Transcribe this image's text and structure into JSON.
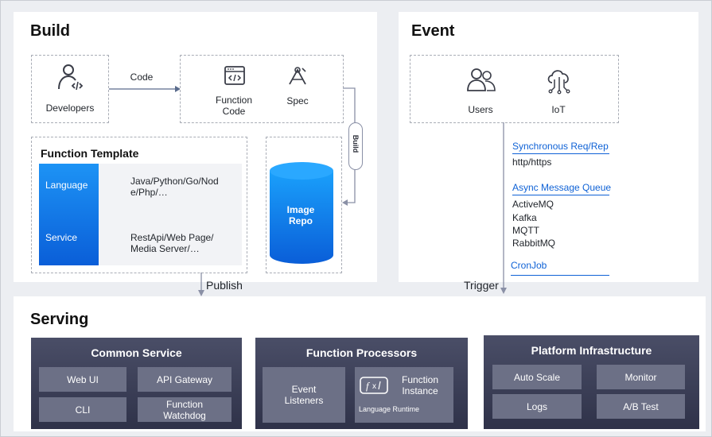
{
  "build": {
    "title": "Build",
    "developers_label": "Developers",
    "code_label": "Code",
    "function_code_label": "Function\nCode",
    "spec_label": "Spec",
    "build_pill": "Build",
    "template": {
      "title": "Function Template",
      "language_label": "Language",
      "service_label": "Service",
      "language_values": "Java/Python/Go/Nod\ne/Php/…",
      "service_values": "RestApi/Web Page/\nMedia Server/…"
    },
    "image_repo_label": "Image\nRepo",
    "publish_label": "Publish"
  },
  "event": {
    "title": "Event",
    "users_label": "Users",
    "iot_label": "IoT",
    "sync_title": "Synchronous Req/Rep",
    "sync_items": [
      "http/https"
    ],
    "async_title": "Async Message Queue",
    "async_items": [
      "ActiveMQ",
      "Kafka",
      "MQTT",
      "RabbitMQ"
    ],
    "cron_title": "CronJob",
    "trigger_label": "Trigger"
  },
  "serving": {
    "title": "Serving",
    "common": {
      "title": "Common Service",
      "tiles": [
        "Web UI",
        "API Gateway",
        "CLI",
        "Function\nWatchdog"
      ]
    },
    "processors": {
      "title": "Function Processors",
      "event_listeners": "Event\nListeners",
      "function_instance": "Function\nInstance",
      "runtime": "Language Runtime"
    },
    "platform": {
      "title": "Platform Infrastructure",
      "tiles": [
        "Auto Scale",
        "Monitor",
        "Logs",
        "A/B Test"
      ]
    }
  },
  "colors": {
    "accent_blue": "#0f62d6",
    "dark_card": "#353850",
    "tile": "#6c7086"
  }
}
